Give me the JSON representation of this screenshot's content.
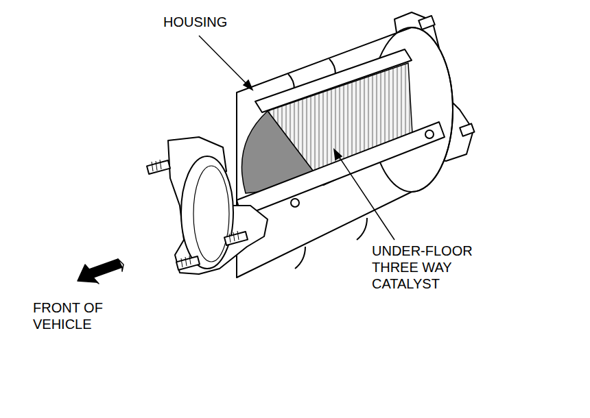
{
  "diagram": {
    "labels": [
      "HOUSING",
      "UNDER-FLOOR THREE WAY CATALYST",
      "FRONT OF VEHICLE"
    ]
  }
}
